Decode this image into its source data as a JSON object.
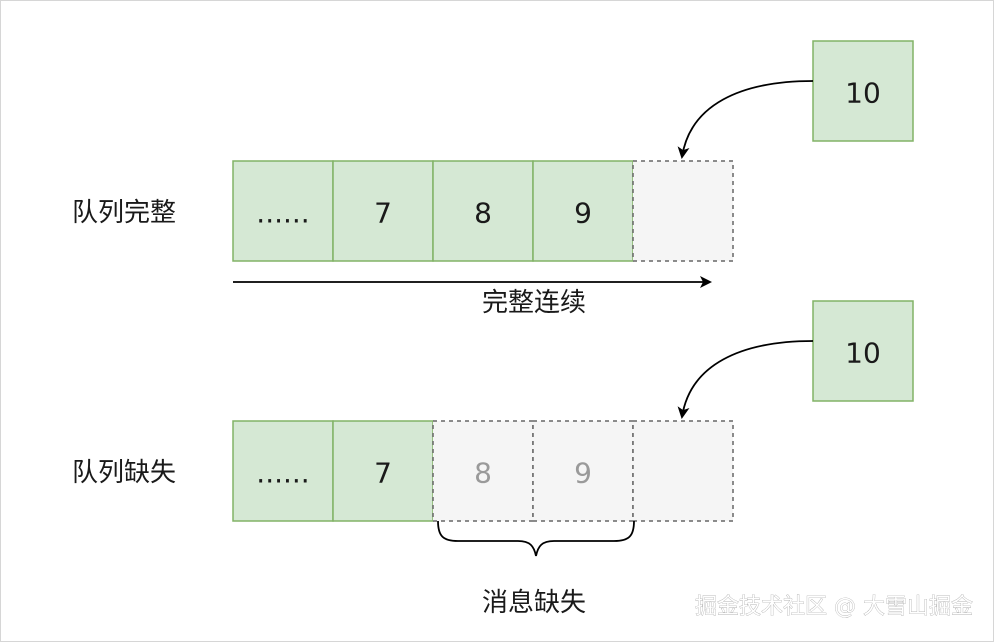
{
  "colors": {
    "filled_cell": "#d5e8d4",
    "filled_border": "#82b366",
    "empty_cell": "#f5f5f5",
    "empty_border": "#666666",
    "ghost_text": "#9a9a9a"
  },
  "top_row": {
    "label": "队列完整",
    "cells": [
      "......",
      "7",
      "8",
      "9",
      ""
    ],
    "incoming": "10",
    "arrow_label": "完整连续"
  },
  "bottom_row": {
    "label": "队列缺失",
    "cells": [
      "......",
      "7",
      "8",
      "9",
      ""
    ],
    "incoming": "10",
    "brace_label": "消息缺失"
  },
  "watermark": "掘金技术社区 @ 大雪山掘金"
}
